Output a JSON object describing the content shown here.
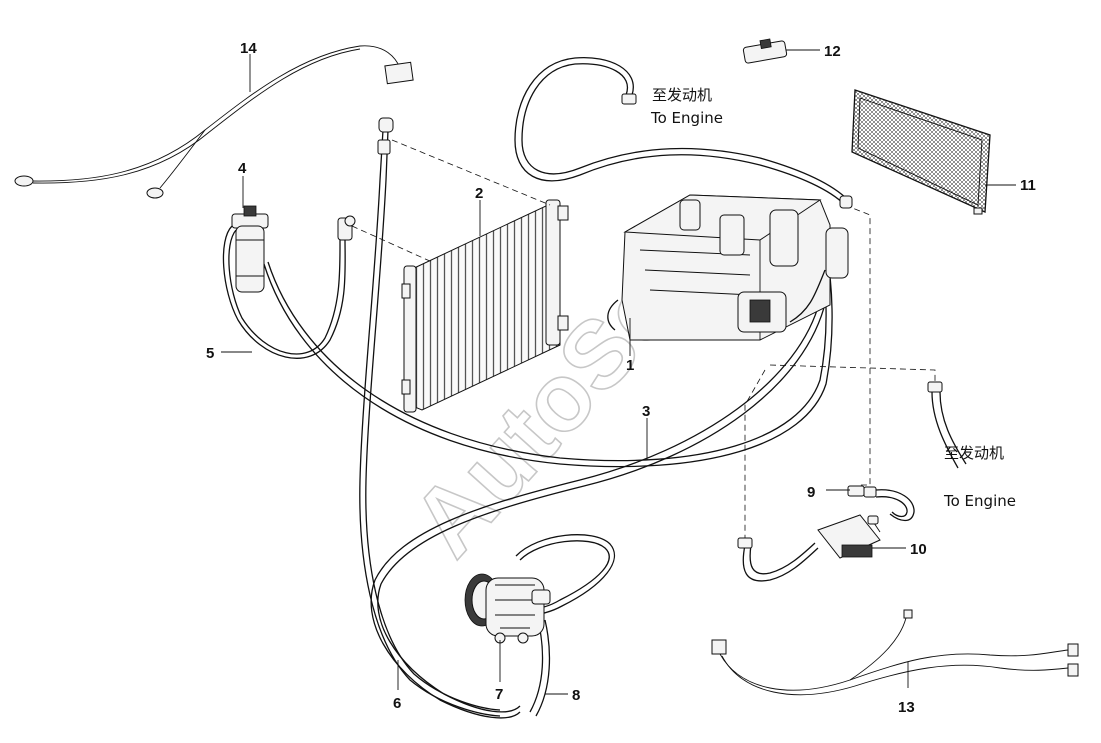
{
  "watermark": "AutoSoft",
  "callouts": {
    "n1": "1",
    "n2": "2",
    "n3": "3",
    "n4": "4",
    "n5": "5",
    "n6": "6",
    "n7": "7",
    "n8": "8",
    "n9": "9",
    "n10": "10",
    "n11": "11",
    "n12": "12",
    "n13": "13",
    "n14": "14"
  },
  "destinations": [
    {
      "zh": "至发动机",
      "en": "To Engine"
    },
    {
      "zh": "至发动机",
      "en": "To Engine"
    }
  ],
  "colors": {
    "line": "#111111",
    "watermark": "#9a9a9a",
    "background": "#ffffff"
  }
}
